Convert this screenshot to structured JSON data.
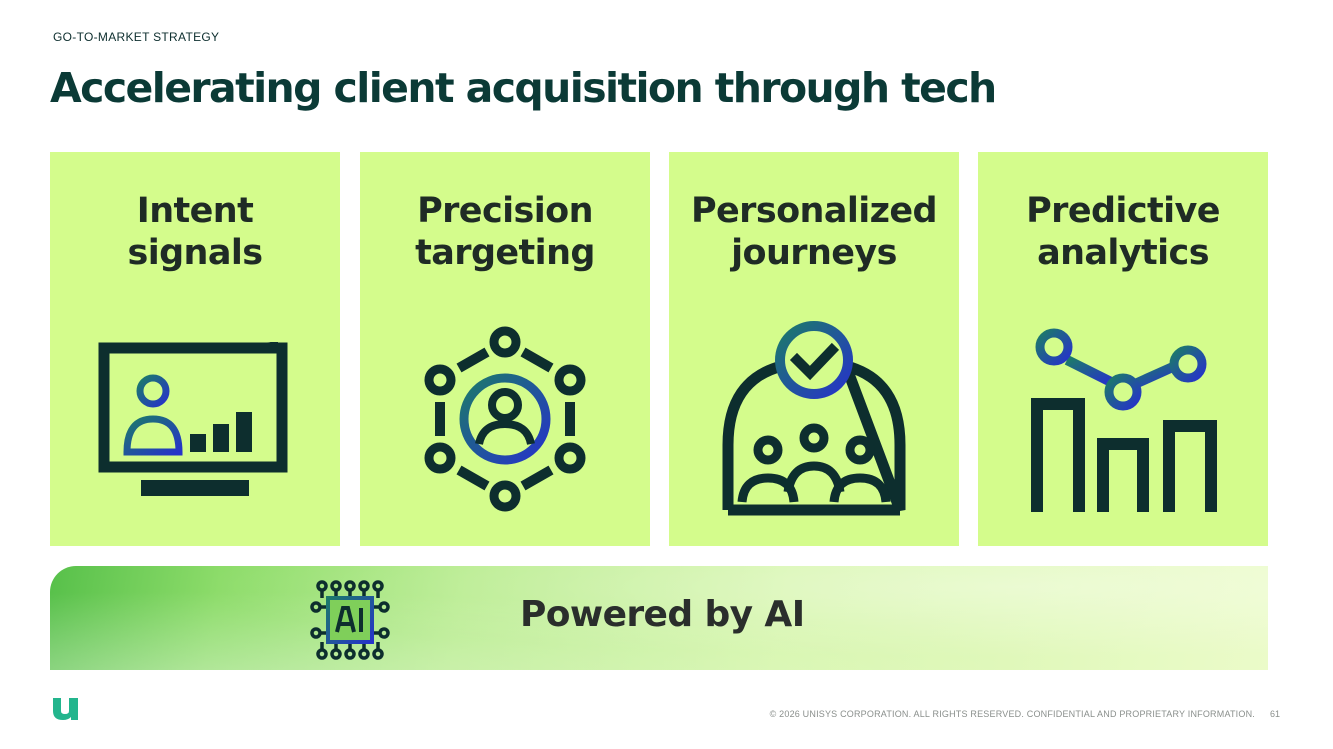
{
  "slide": {
    "eyebrow": "GO-TO-MARKET STRATEGY",
    "title": "Accelerating client acquisition through tech"
  },
  "cards": [
    {
      "line1": "Intent",
      "line2": "signals",
      "icon": "monitor-user-chart-icon"
    },
    {
      "line1": "Precision",
      "line2": "targeting",
      "icon": "user-network-target-icon"
    },
    {
      "line1": "Personalized",
      "line2": "journeys",
      "icon": "audience-checkmark-icon"
    },
    {
      "line1": "Predictive",
      "line2": "analytics",
      "icon": "bar-trend-line-icon"
    }
  ],
  "banner": {
    "text": "Powered by AI",
    "icon": "ai-chip-icon"
  },
  "footer": {
    "copyright": "© 2026 UNISYS CORPORATION. ALL RIGHTS RESERVED. CONFIDENTIAL AND PROPRIETARY INFORMATION.",
    "page_number": "61",
    "logo": "unisys-u-logo-icon"
  },
  "colors": {
    "card_bg": "#d4fc8c",
    "title": "#0b3a36",
    "icon_dark": "#0d2e2e",
    "icon_gradient_start": "#1c7a6a",
    "icon_gradient_end": "#2633c9",
    "logo": "#23b58d"
  }
}
